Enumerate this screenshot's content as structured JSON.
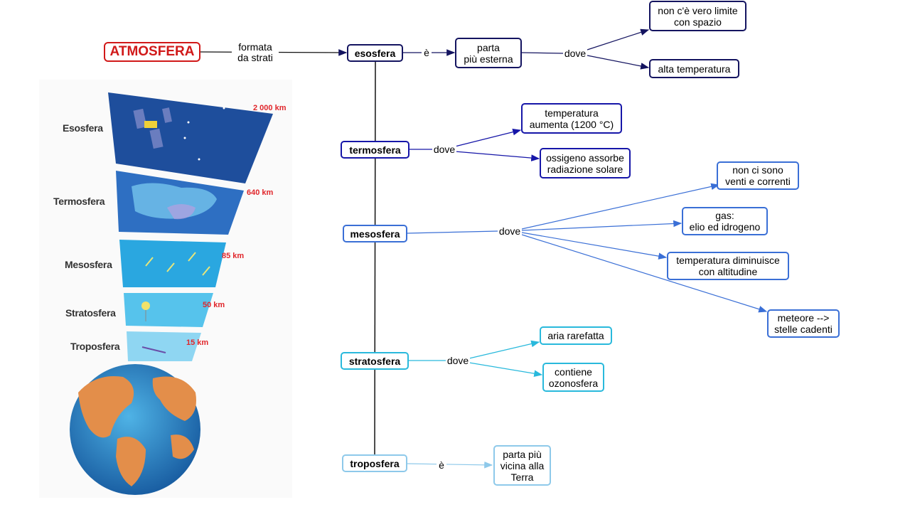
{
  "colors": {
    "atmosfera": "#d11919",
    "esosfera": "#141460",
    "termosfera": "#1616a8",
    "mesosfera": "#3a6fd6",
    "stratosfera": "#29b9dc",
    "troposfera": "#8ec9ea"
  },
  "root": {
    "label": "ATMOSFERA",
    "link": "formata\nda strati"
  },
  "layers": {
    "esosfera": {
      "label": "esosfera",
      "link": "è",
      "desc": "parta\npiù  esterna",
      "link2": "dove",
      "items": [
        "non c'è vero limite\ncon spazio",
        "alta temperatura"
      ]
    },
    "termosfera": {
      "label": "termosfera",
      "link": "dove",
      "items": [
        "temperatura\naumenta (1200 °C)",
        "ossigeno assorbe\nradiazione solare"
      ]
    },
    "mesosfera": {
      "label": "mesosfera",
      "link": "dove",
      "items": [
        "non ci sono\nventi e correnti",
        "gas:\nelio ed idrogeno",
        "temperatura diminuisce\ncon altitudine",
        "meteore -->\nstelle cadenti"
      ]
    },
    "stratosfera": {
      "label": "stratosfera",
      "link": "dove",
      "items": [
        "aria rarefatta",
        "contiene\nozonosfera"
      ]
    },
    "troposfera": {
      "label": "troposfera",
      "link": "è",
      "desc": "parta più\nvicina alla\nTerra"
    }
  },
  "illustration": {
    "layer_names": [
      "Esosfera",
      "Termosfera",
      "Mesosfera",
      "Stratosfera",
      "Troposfera"
    ],
    "altitudes": [
      "2 000 km",
      "640 km",
      "85 km",
      "50 km",
      "15 km"
    ]
  }
}
